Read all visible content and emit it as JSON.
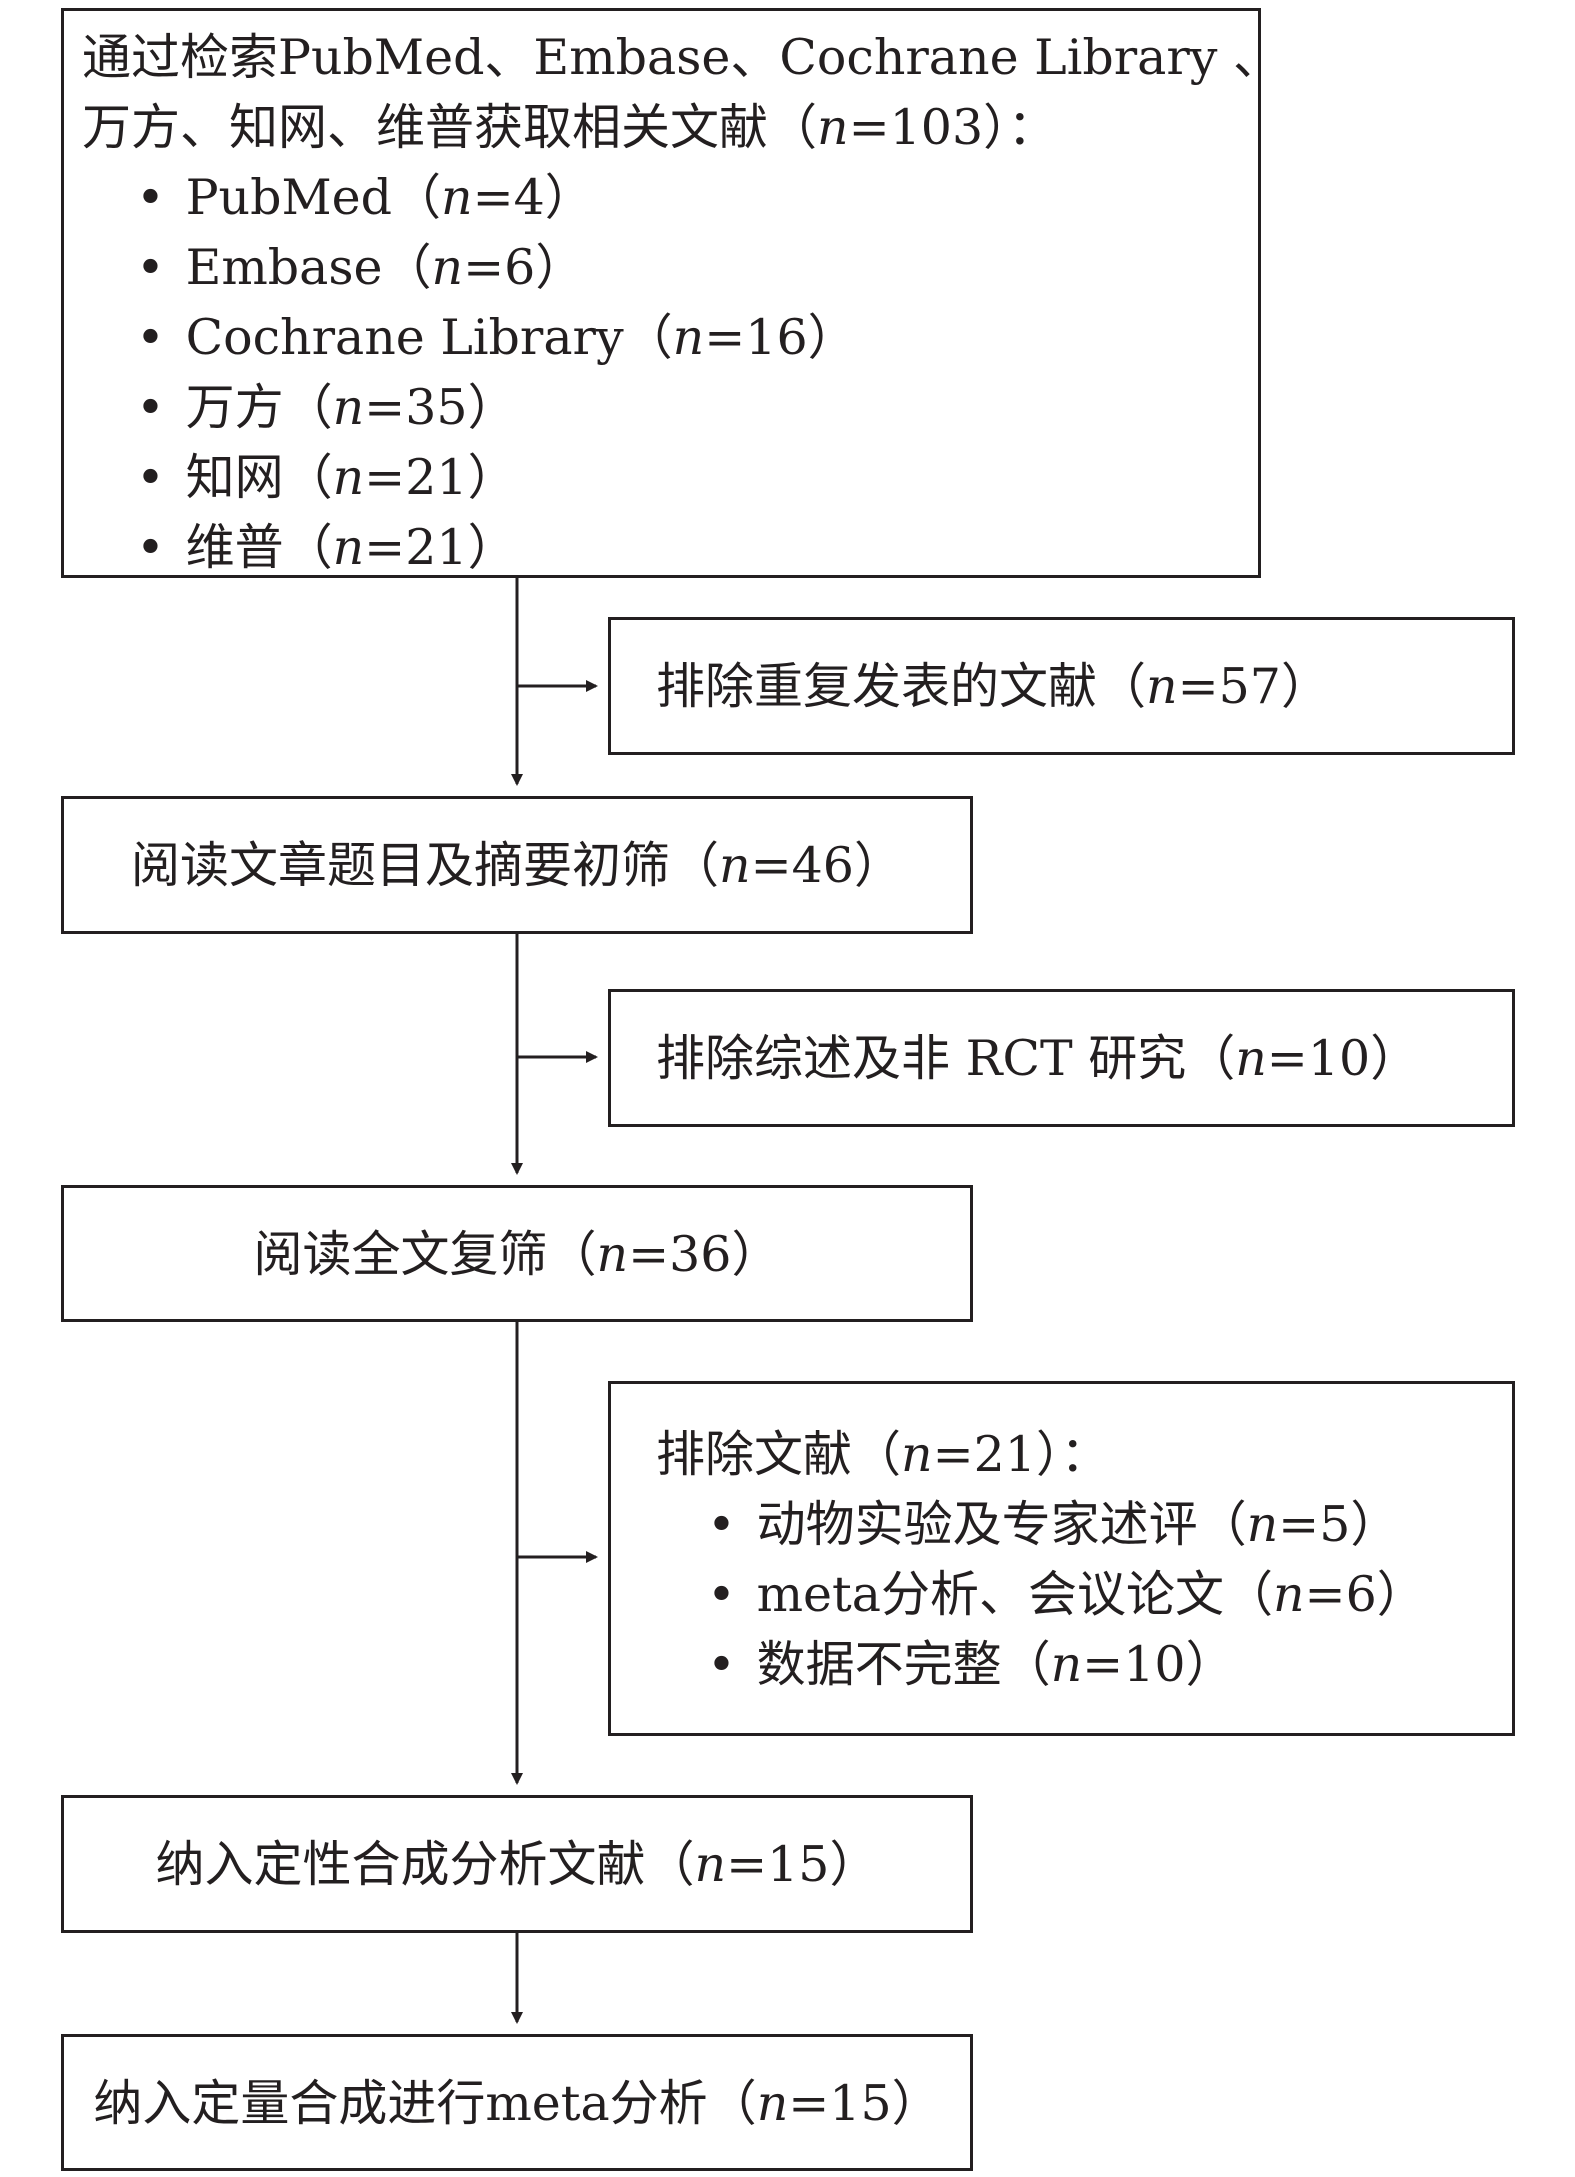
{
  "search": {
    "line1": "通过检索PubMed、Embase、Cochrane Library 、",
    "line2_pre": "万方、知网、维普获取相关文献（",
    "line2_n": "n",
    "line2_post": "=103）：",
    "items": [
      {
        "label": "PubMed（",
        "n": "n",
        "value": "=4）"
      },
      {
        "label": "Embase（",
        "n": "n",
        "value": "=6）"
      },
      {
        "label": "Cochrane Library（",
        "n": "n",
        "value": "=16）"
      },
      {
        "label": "万方（",
        "n": "n",
        "value": "=35）"
      },
      {
        "label": "知网（",
        "n": "n",
        "value": "=21）"
      },
      {
        "label": "维普（",
        "n": "n",
        "value": "=21）"
      }
    ]
  },
  "exclude_duplicates": {
    "label": "排除重复发表的文献（",
    "n": "n",
    "value": "=57）"
  },
  "screen_title_abstract": {
    "label": "阅读文章题目及摘要初筛（",
    "n": "n",
    "value": "=46）"
  },
  "exclude_reviews": {
    "label": "排除综述及非 RCT 研究（",
    "n": "n",
    "value": "=10）"
  },
  "full_text": {
    "label": "阅读全文复筛（",
    "n": "n",
    "value": "=36）"
  },
  "exclude_fulltext": {
    "title_pre": "排除文献（",
    "title_n": "n",
    "title_post": "=21）：",
    "items": [
      {
        "label": "动物实验及专家述评（",
        "n": "n",
        "value": "=5）"
      },
      {
        "label": "meta分析、会议论文（",
        "n": "n",
        "value": "=6）"
      },
      {
        "label": "数据不完整（",
        "n": "n",
        "value": "=10）"
      }
    ]
  },
  "qualitative": {
    "label": "纳入定性合成分析文献（",
    "n": "n",
    "value": "=15）"
  },
  "quantitative": {
    "label": "纳入定量合成进行meta分析（",
    "n": "n",
    "value": "=15）"
  },
  "colors": {
    "stroke": "#231f20",
    "background": "#ffffff"
  }
}
